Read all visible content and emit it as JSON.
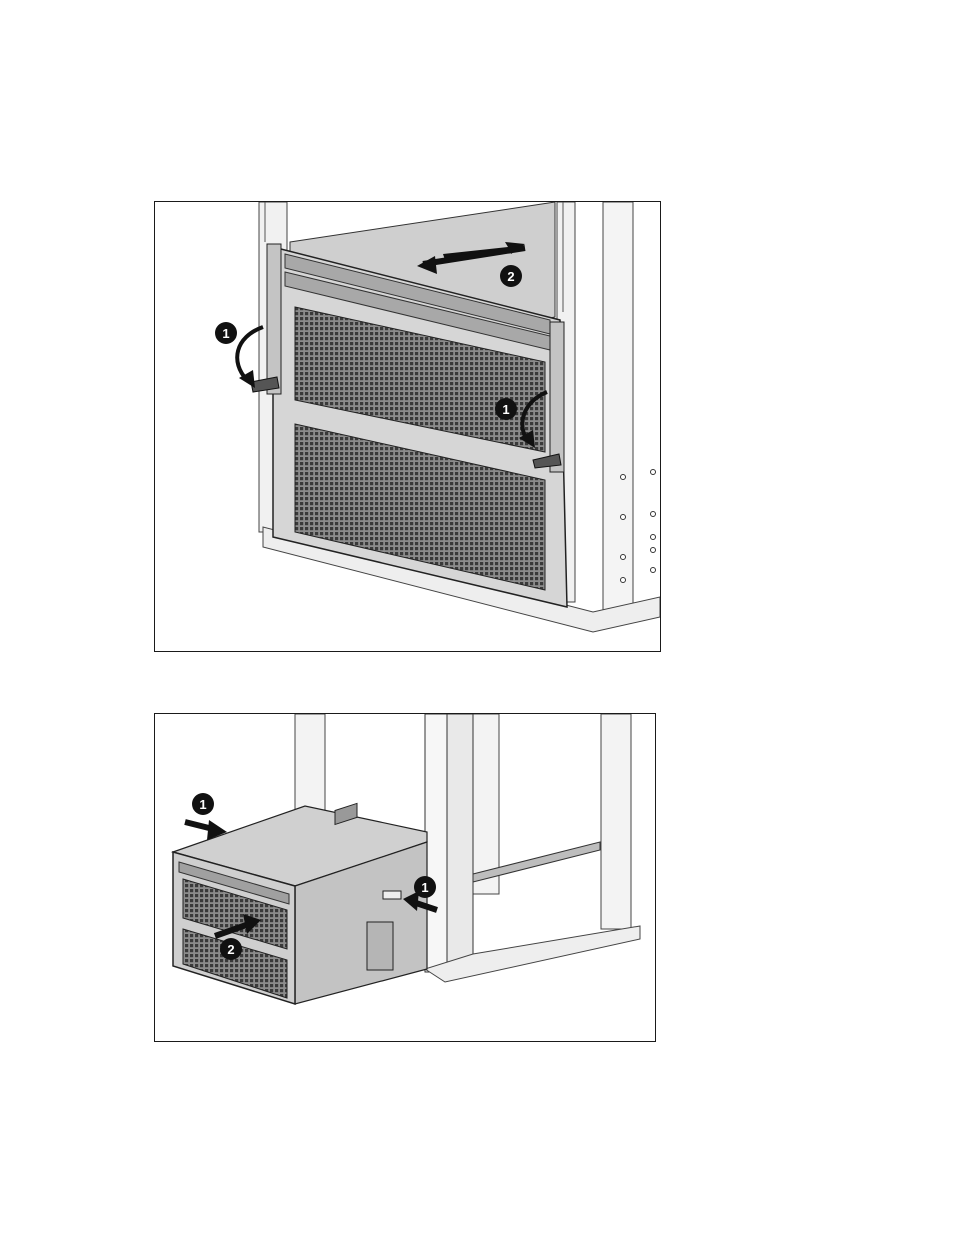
{
  "figures": [
    {
      "callouts": [
        {
          "number": "1"
        },
        {
          "number": "1"
        },
        {
          "number": "2"
        }
      ]
    },
    {
      "callouts": [
        {
          "number": "1"
        },
        {
          "number": "1"
        },
        {
          "number": "2"
        }
      ]
    }
  ],
  "colors": {
    "callout_fill": "#111111",
    "line": "#333333",
    "chassis_light": "#d9d9d9",
    "chassis_mid": "#bdbdbd",
    "grille": "#6e6e6e"
  },
  "icons": [
    "rotate-down-arrow-icon",
    "slide-out-arrow-icon",
    "push-in-arrow-icon"
  ]
}
